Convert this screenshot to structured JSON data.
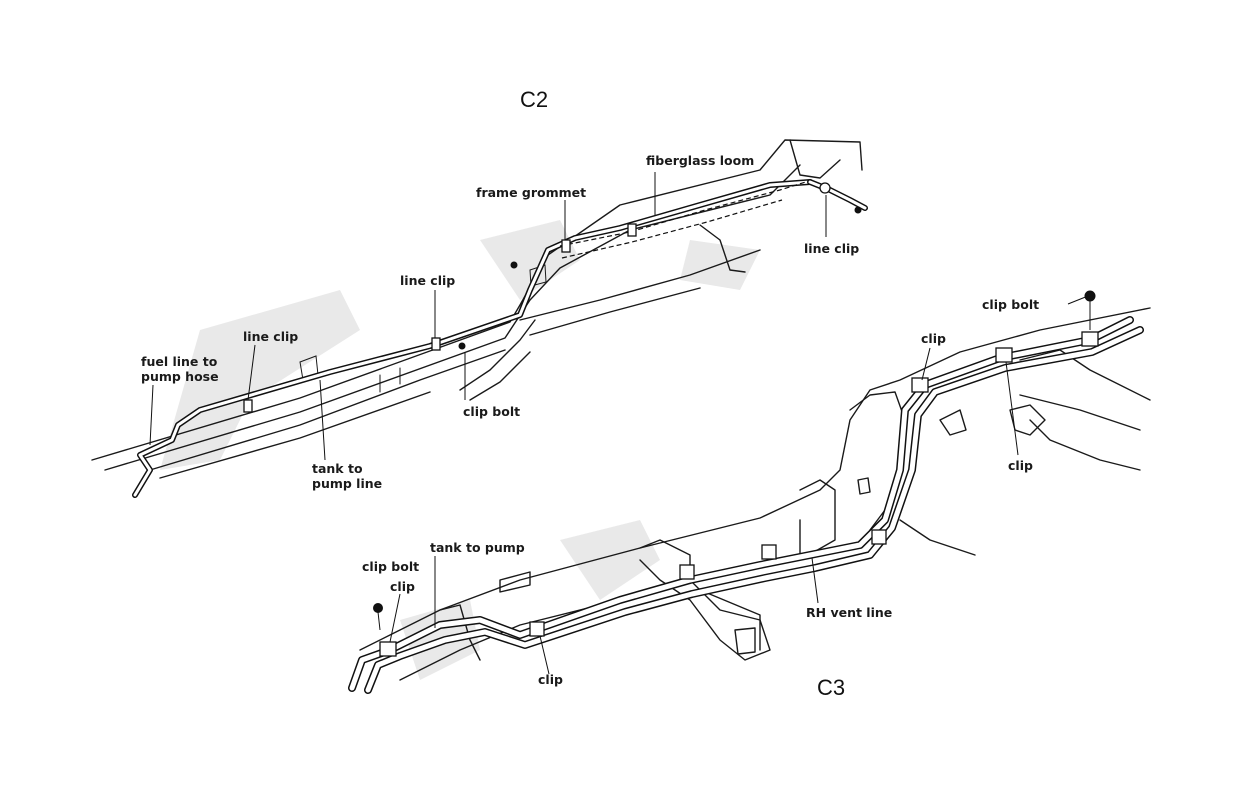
{
  "headings": {
    "c2": "C2",
    "c3": "C3"
  },
  "c2_labels": {
    "fiberglass_loom": "fiberglass loom",
    "frame_grommet": "frame grommet",
    "line_clip_rear": "line clip",
    "line_clip_mid": "line clip",
    "line_clip_front": "line clip",
    "fuel_line_line1": "fuel line to",
    "fuel_line_line2": "pump hose",
    "clip_bolt": "clip bolt",
    "tank_line1": "tank to",
    "tank_line2": "pump line"
  },
  "c3_labels": {
    "clip_bolt_rear": "clip bolt",
    "clip_top": "clip",
    "clip_right": "clip",
    "tank_to_pump": "tank to pump",
    "clip_bolt_front": "clip bolt",
    "clip_front": "clip",
    "clip_bottom": "clip",
    "rh_vent_line": "RH vent line"
  }
}
